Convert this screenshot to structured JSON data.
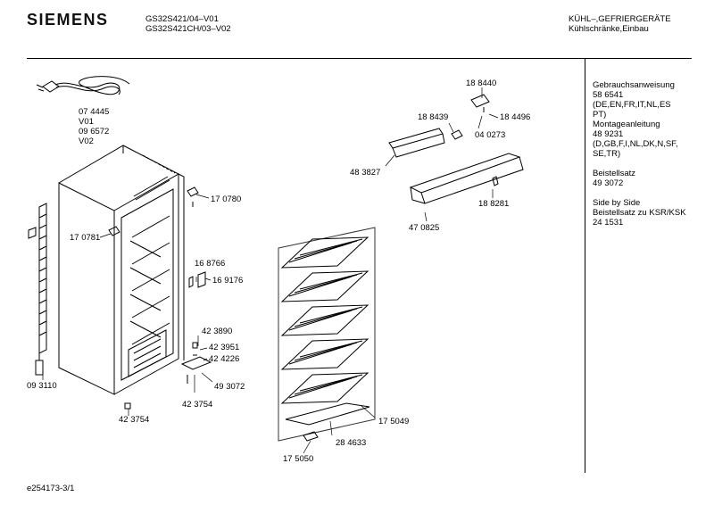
{
  "header": {
    "brand": "SIEMENS",
    "model_line1": "GS32S421/04–V01",
    "model_line2": "GS32S421CH/03–V02",
    "category_line1": "KÜHL–,GEFRIERGERÄTE",
    "category_line2": "Kühlschränke,Einbau"
  },
  "info_panel": {
    "lines": [
      "Gebrauchsanweisung",
      "58 6541",
      "(DE,EN,FR,IT,NL,ES",
      "PT)",
      "Montageanleitung",
      "48 9231",
      "(D,GB,F,I,NL,DK,N,SF,",
      "SE,TR)",
      "",
      "Beistellsatz",
      "49 3072",
      "",
      "Side by Side",
      "Beistellsatz zu KSR/KSK",
      "24 1531"
    ]
  },
  "part_labels": {
    "cable": "07 4445",
    "cable_v1": "V01",
    "cable_alt": "09 6572",
    "cable_v2": "V02",
    "p170780": "17 0780",
    "p170781": "17 0781",
    "p168766": "16 8766",
    "p169176": "16 9176",
    "p423890": "42 3890",
    "p423951": "42 3951",
    "p424226": "42 4226",
    "p493072": "49 3072",
    "p423754a": "42 3754",
    "p423754b": "42 3754",
    "p093110": "09 3110",
    "p188440": "18 8440",
    "p188439": "18 8439",
    "p184496": "18 4496",
    "p040273": "04 0273",
    "p483827": "48 3827",
    "p188281": "18 8281",
    "p470825": "47 0825",
    "p175049": "17 5049",
    "p284633": "28 4633",
    "p175050": "17 5050"
  },
  "footer": {
    "doc_id": "e254173-3/1"
  }
}
